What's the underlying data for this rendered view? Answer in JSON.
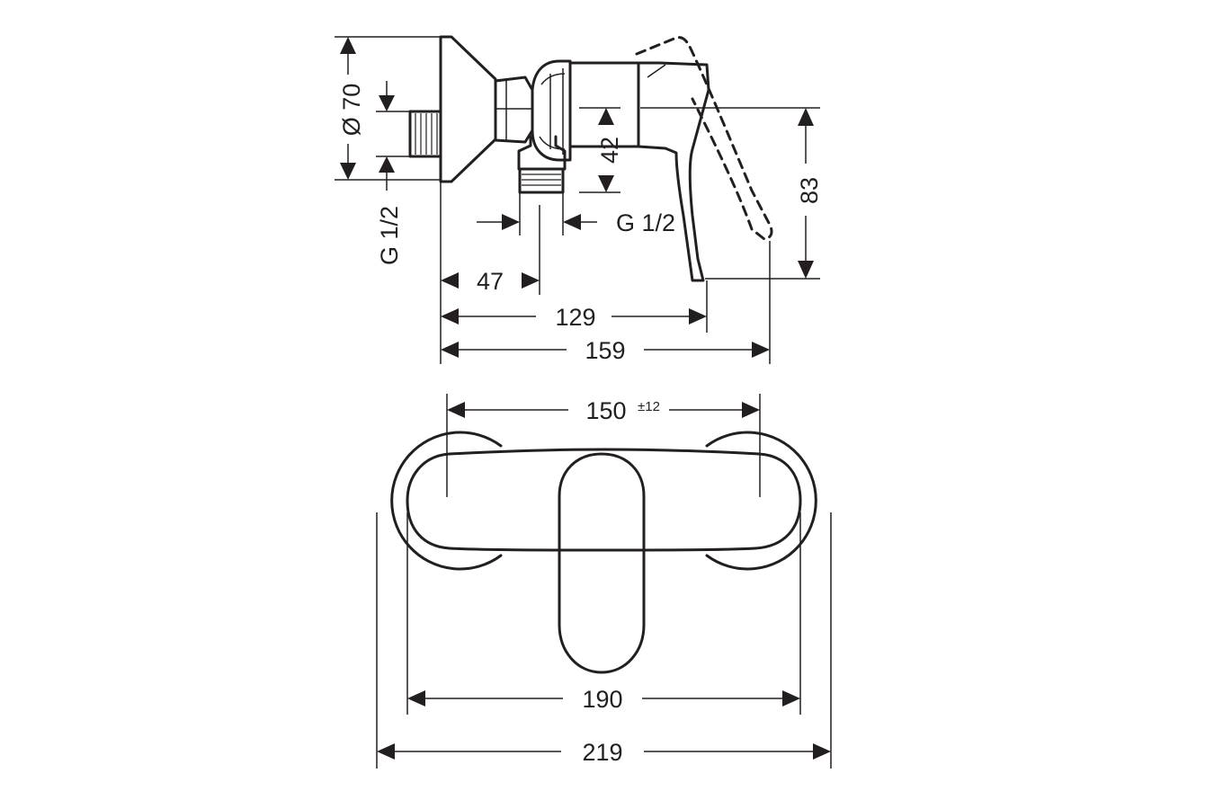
{
  "side_view": {
    "dia_flange": "Ø 70",
    "thread_left": "G 1/2",
    "thread_bottom": "G 1/2",
    "height_outlet": "42",
    "height_lever": "83",
    "depth_outlet": "47",
    "depth_body": "129",
    "depth_total": "159"
  },
  "front_view": {
    "centers": "150",
    "centers_tol": "±12",
    "width_body": "190",
    "width_total": "219"
  }
}
